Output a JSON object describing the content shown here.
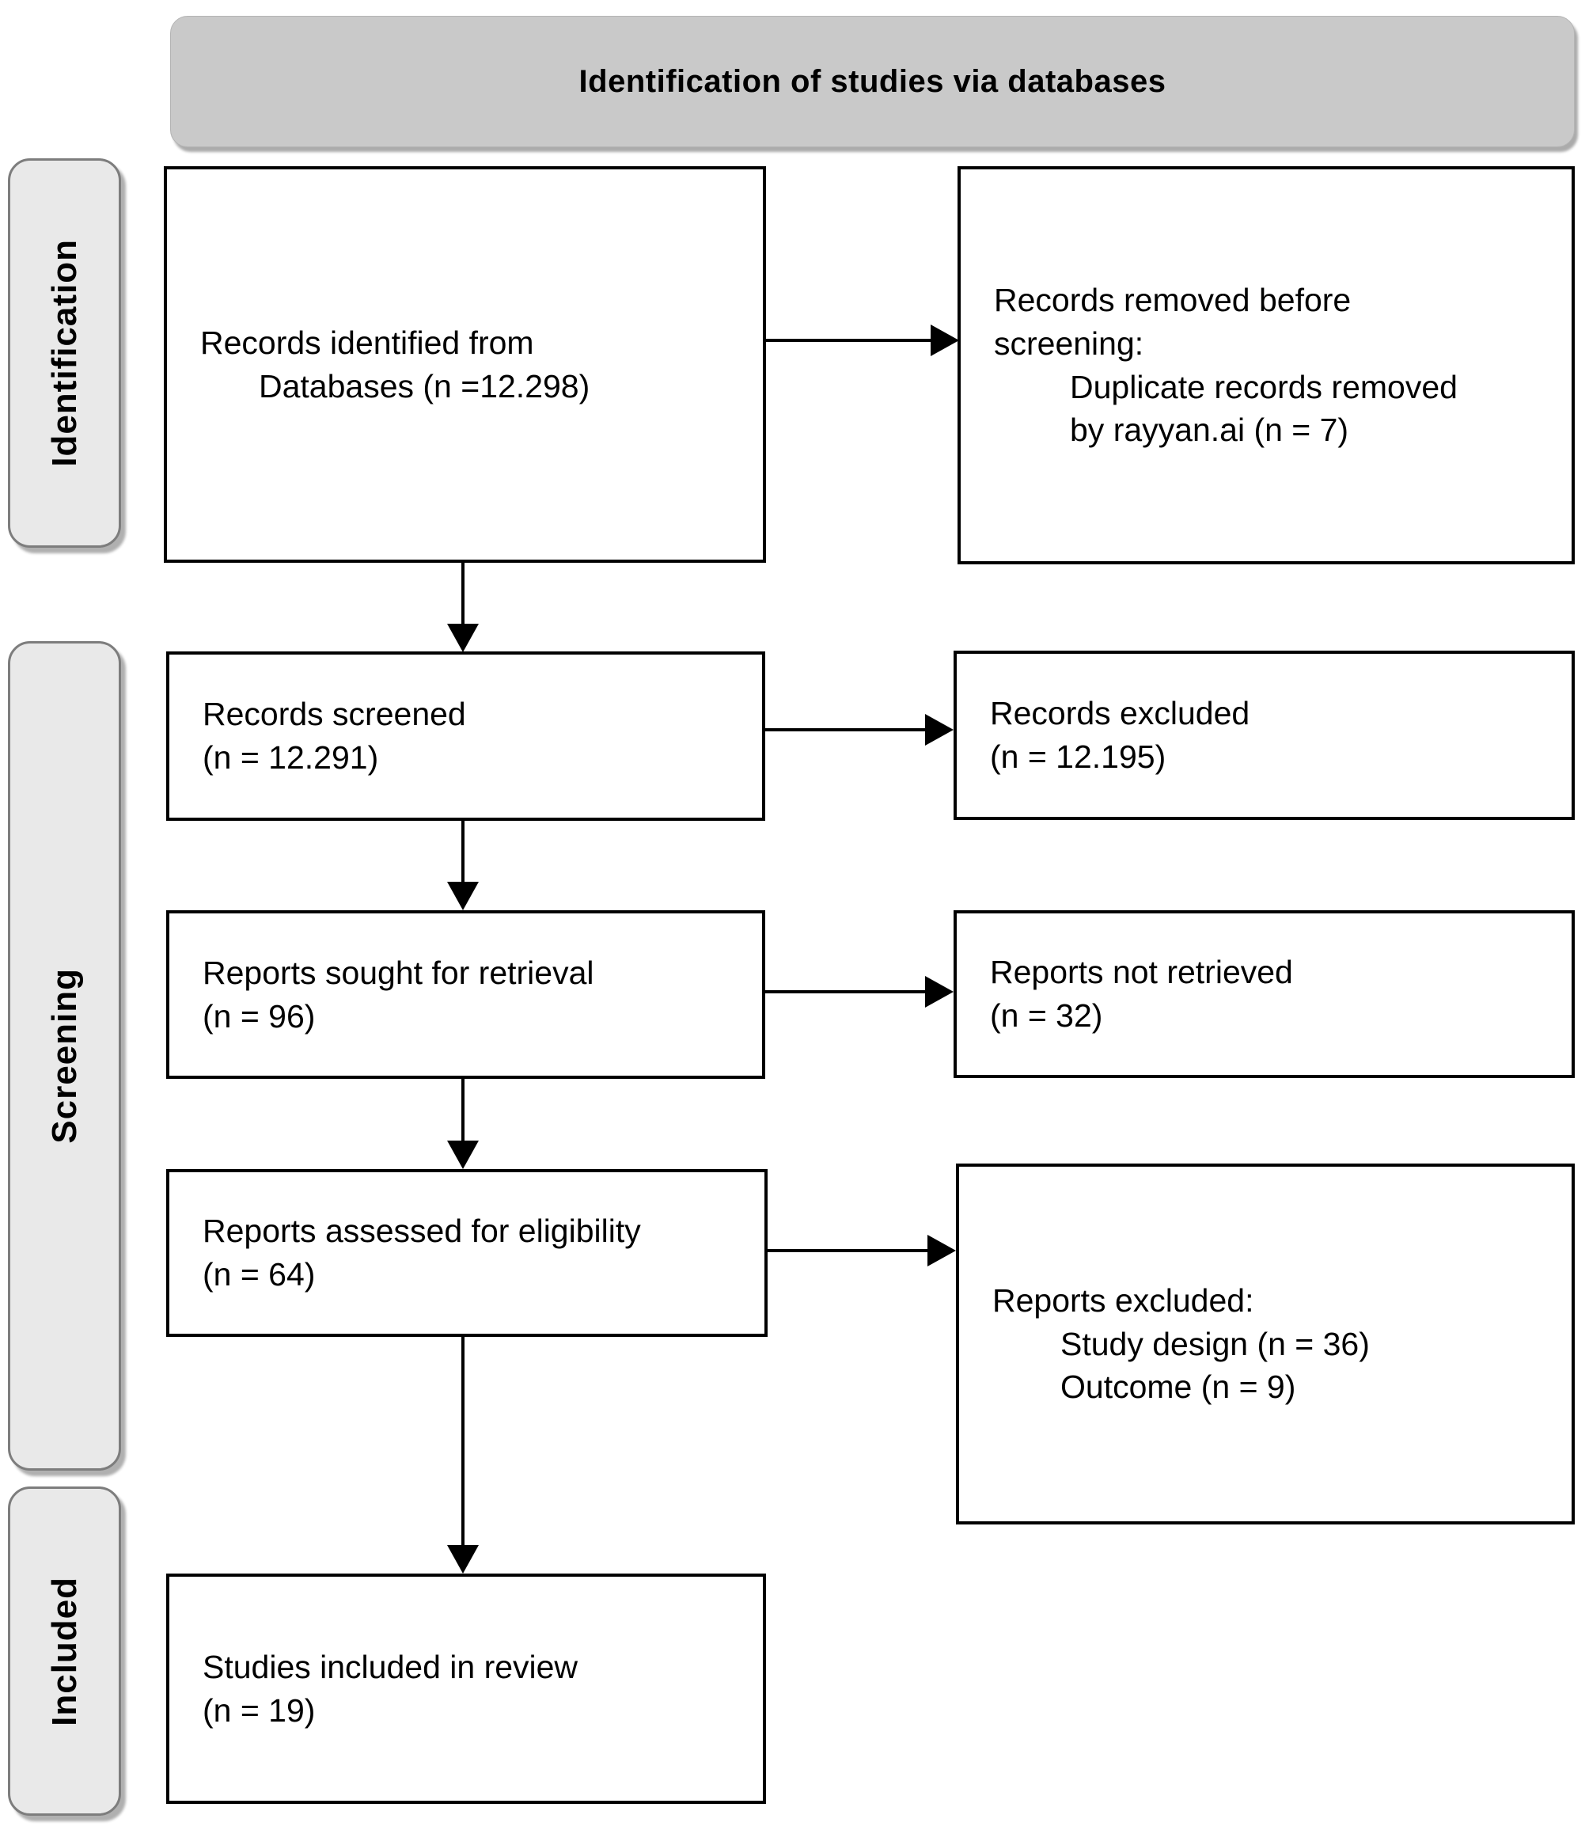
{
  "title": "Identification of studies via databases",
  "side_labels": {
    "identification": "Identification",
    "screening": "Screening",
    "included": "Included"
  },
  "boxes": {
    "records_identified": {
      "line1": "Records identified from",
      "line2": "Databases (n =12.298)"
    },
    "records_removed": {
      "line1": "Records removed before",
      "line2": "screening:",
      "line3": "Duplicate records removed",
      "line4": "by rayyan.ai (n = 7)"
    },
    "records_screened": {
      "line1": "Records screened",
      "line2": "(n = 12.291)"
    },
    "records_excluded": {
      "line1": "Records excluded",
      "line2": "(n = 12.195)"
    },
    "reports_sought": {
      "line1": "Reports sought for retrieval",
      "line2": "(n = 96)"
    },
    "reports_not_retrieved": {
      "line1": "Reports not retrieved",
      "line2": "(n = 32)"
    },
    "reports_assessed": {
      "line1": "Reports assessed for eligibility",
      "line2": "(n = 64)"
    },
    "reports_excluded": {
      "line1": "Reports excluded:",
      "line2": "Study design (n = 36)",
      "line3": "Outcome (n = 9)"
    },
    "studies_included": {
      "line1": "Studies included in review",
      "line2": "(n = 19)"
    }
  },
  "colors": {
    "title_bar_fill": "#c9c9c9",
    "side_label_fill": "#e9e9e9",
    "side_label_border": "#7d7d7d",
    "box_fill": "#ffffff",
    "box_border": "#000000",
    "arrow": "#000000",
    "text": "#000000"
  }
}
